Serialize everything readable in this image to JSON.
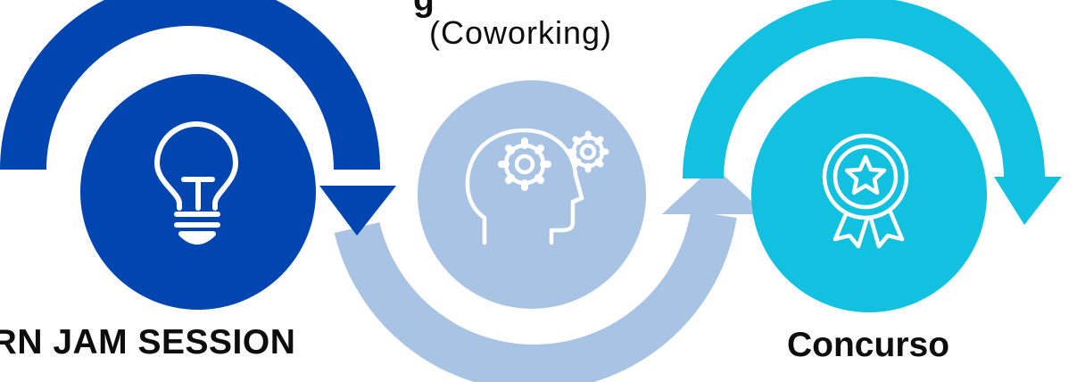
{
  "colors": {
    "step1": "#0045b0",
    "step2": "#a8c3e3",
    "step3": "#12c0e0",
    "icon_stroke": "#ffffff",
    "text": "#0d0d0d"
  },
  "steps": [
    {
      "label": "ARN JAM SESSION",
      "icon": "lightbulb-icon"
    },
    {
      "label": "g",
      "sublabel": "(Coworking)",
      "icon": "head-gears-icon"
    },
    {
      "label": "Concurso",
      "icon": "award-medal-icon"
    }
  ]
}
